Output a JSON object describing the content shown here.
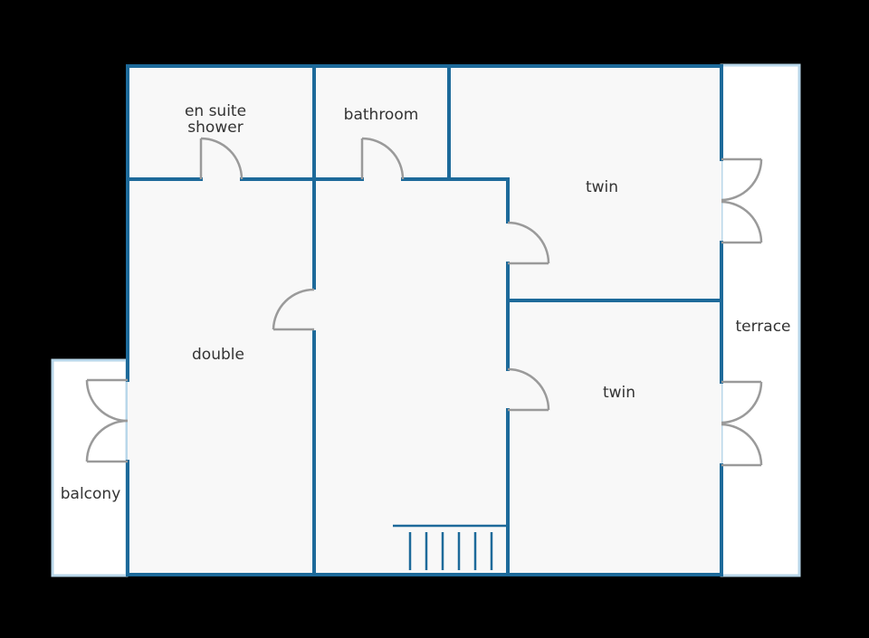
{
  "floorplan": {
    "rooms": {
      "en_suite_shower": {
        "line1": "en suite",
        "line2": "shower"
      },
      "bathroom": "bathroom",
      "twin_upper": "twin",
      "twin_lower": "twin",
      "double": "double",
      "terrace": "terrace",
      "balcony": "balcony"
    },
    "colors": {
      "background": "#000000",
      "floor": "#f8f8f8",
      "wall": "#1d6a9a",
      "outdoor_fill": "#ffffff",
      "outdoor_border": "#b9d7ea",
      "door": "#9a9a9a",
      "text": "#333333"
    }
  }
}
